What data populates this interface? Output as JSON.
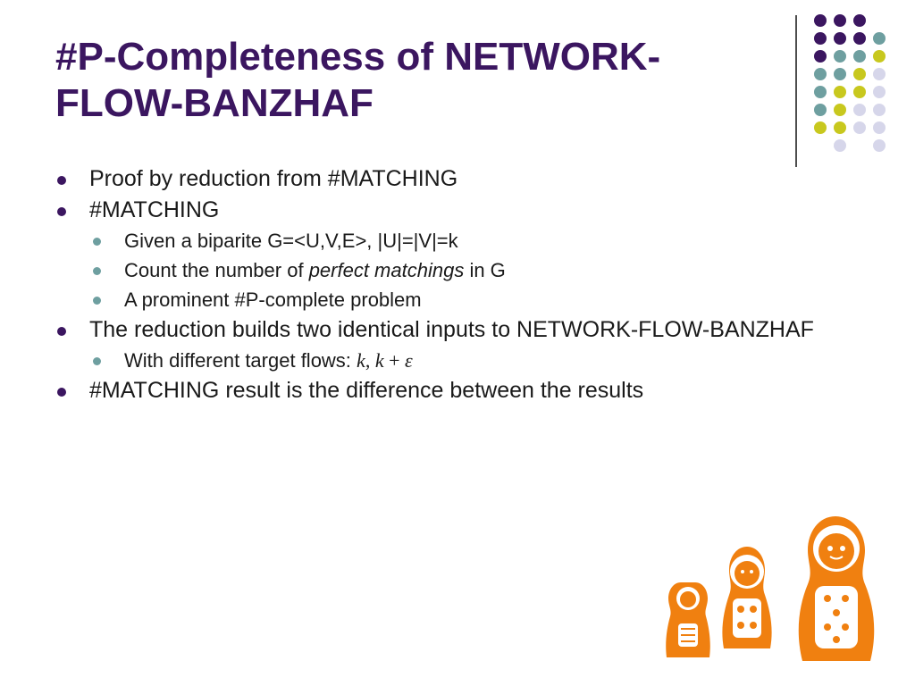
{
  "title": "#P-Completeness of NETWORK-FLOW-BANZHAF",
  "bullets": {
    "b1": "Proof by reduction from #MATCHING",
    "b2": "#MATCHING",
    "b2_1": "Given a biparite G=<U,V,E>, |U|=|V|=k",
    "b2_2_pre": "Count the number of ",
    "b2_2_em": "perfect matchings",
    "b2_2_post": " in G",
    "b2_3": "A prominent #P-complete problem",
    "b3": "The reduction builds two identical inputs to NETWORK-FLOW-BANZHAF",
    "b3_1_pre": "With different target flows: ",
    "b3_1_math_k1": "k",
    "b3_1_math_sep": ", ",
    "b3_1_math_k2": "k",
    "b3_1_math_op": " + ",
    "b3_1_math_eps": "ε",
    "b4": "#MATCHING result is the difference between the results"
  },
  "colors": {
    "title": "#3b1660",
    "dot_purple": "#3b1660",
    "dot_teal": "#6e9fa0",
    "dot_lime": "#c8c81e",
    "dot_lavender": "#d6d6ea",
    "doll_orange": "#f08010"
  },
  "decorations": {
    "dot_grid": "purple-teal-lime-lavender-dot-grid",
    "illustration": "nesting-dolls-illustration"
  }
}
